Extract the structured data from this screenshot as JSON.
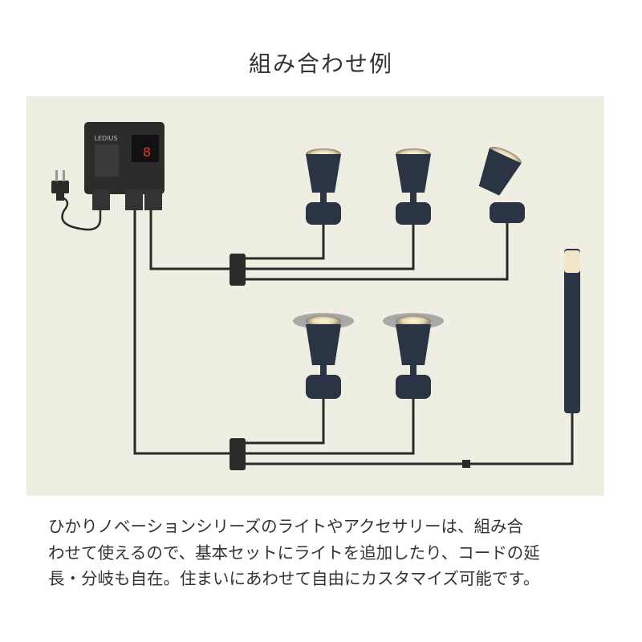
{
  "title": "組み合わせ例",
  "transformer": {
    "brand_logo": "LEDIUS",
    "display": "8"
  },
  "description": [
    "ひかりノベーションシリーズのライトやアクセサリーは、組み合",
    "わせて使えるので、基本セットにライトを追加したり、コードの延",
    "長・分岐も自在。住まいにあわせて自由にカスタマイズ可能です。"
  ],
  "colors": {
    "background": "#efeee3",
    "cable": "#2a2a28",
    "light_body": "#2b3444",
    "text": "#333333"
  }
}
